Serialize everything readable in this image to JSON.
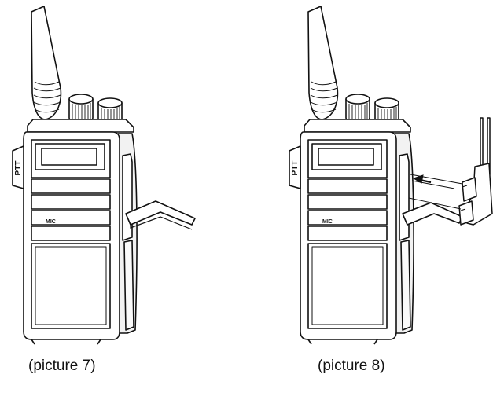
{
  "figures": [
    {
      "caption": "(picture 7)",
      "ptt_label": "PTT",
      "mic_label": "MIC"
    },
    {
      "caption": "(picture 8)",
      "ptt_label": "PTT",
      "mic_label": "MIC"
    }
  ],
  "colors": {
    "line": "#111111",
    "fill": "#ffffff",
    "shade": "#e9e9e9"
  }
}
